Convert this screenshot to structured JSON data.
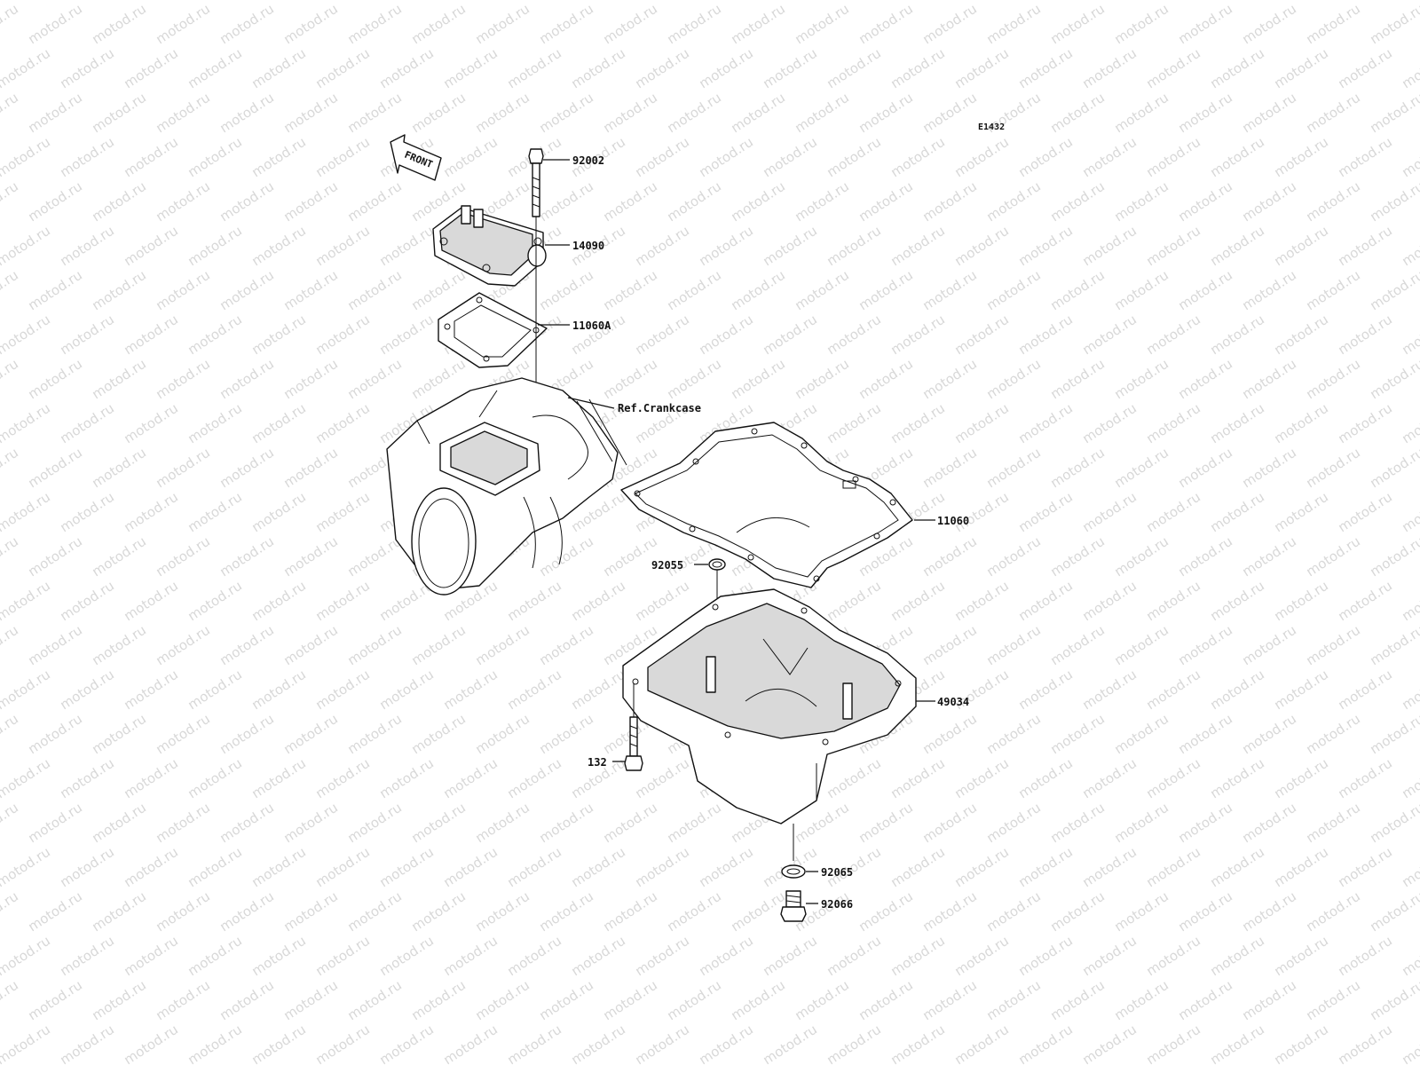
{
  "watermark": {
    "text": "motod.ru"
  },
  "diagram": {
    "code": "E1432",
    "front_label": "FRONT",
    "callouts": [
      {
        "id": "bolt-92002",
        "label": "92002"
      },
      {
        "id": "cover-14090",
        "label": "14090"
      },
      {
        "id": "gasket-11060a",
        "label": "11060A"
      },
      {
        "id": "ref-crankcase",
        "label": "Ref.Crankcase"
      },
      {
        "id": "gasket-11060",
        "label": "11060"
      },
      {
        "id": "oring-92055",
        "label": "92055"
      },
      {
        "id": "pan-49034",
        "label": "49034"
      },
      {
        "id": "bolt-132",
        "label": "132"
      },
      {
        "id": "washer-92065",
        "label": "92065"
      },
      {
        "id": "plug-92066",
        "label": "92066"
      }
    ]
  }
}
